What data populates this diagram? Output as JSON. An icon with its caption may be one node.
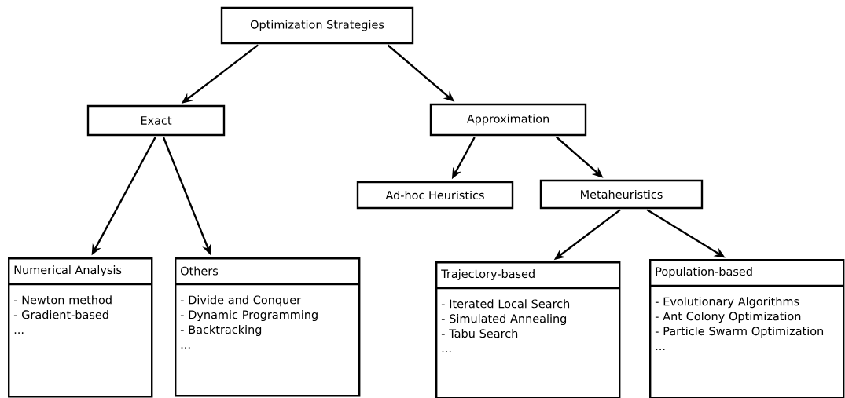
{
  "diagram": {
    "nodes": [
      {
        "text": [
          "Optimization Strategies"
        ]
      },
      {
        "text": [
          "Exact"
        ]
      },
      {
        "text": [
          "Approximation"
        ]
      },
      {
        "text": [
          "Ad-hoc Heuristics"
        ]
      },
      {
        "text": [
          "Metaheuristics"
        ]
      },
      {
        "text": [
          "Numerical Analysis",
          "- Newton method",
          "- Gradient-based",
          "..."
        ]
      },
      {
        "text": [
          "Others",
          "- Divide and Conquer",
          "- Dynamic Programming",
          "- Backtracking",
          "..."
        ]
      },
      {
        "text": [
          "Trajectory-based",
          "- Iterated Local Search",
          "- Simulated Annealing",
          "- Tabu Search",
          "..."
        ]
      },
      {
        "text": [
          "Population-based",
          "- Evolutionary Algorithms",
          "- Ant Colony Optimization",
          "- Particle Swarm Optimization",
          "..."
        ]
      }
    ],
    "edges": [
      {
        "from": 0,
        "to": 1,
        "arrow": "to"
      },
      {
        "from": 0,
        "to": 2,
        "arrow": "to"
      },
      {
        "from": 1,
        "to": 5,
        "arrow": "to"
      },
      {
        "from": 1,
        "to": 6,
        "arrow": "to"
      },
      {
        "from": 2,
        "to": 3,
        "arrow": "to"
      },
      {
        "from": 2,
        "to": 4,
        "arrow": "to"
      },
      {
        "from": 4,
        "to": 7,
        "arrow": "to"
      },
      {
        "from": 4,
        "to": 8,
        "arrow": "to"
      }
    ]
  }
}
